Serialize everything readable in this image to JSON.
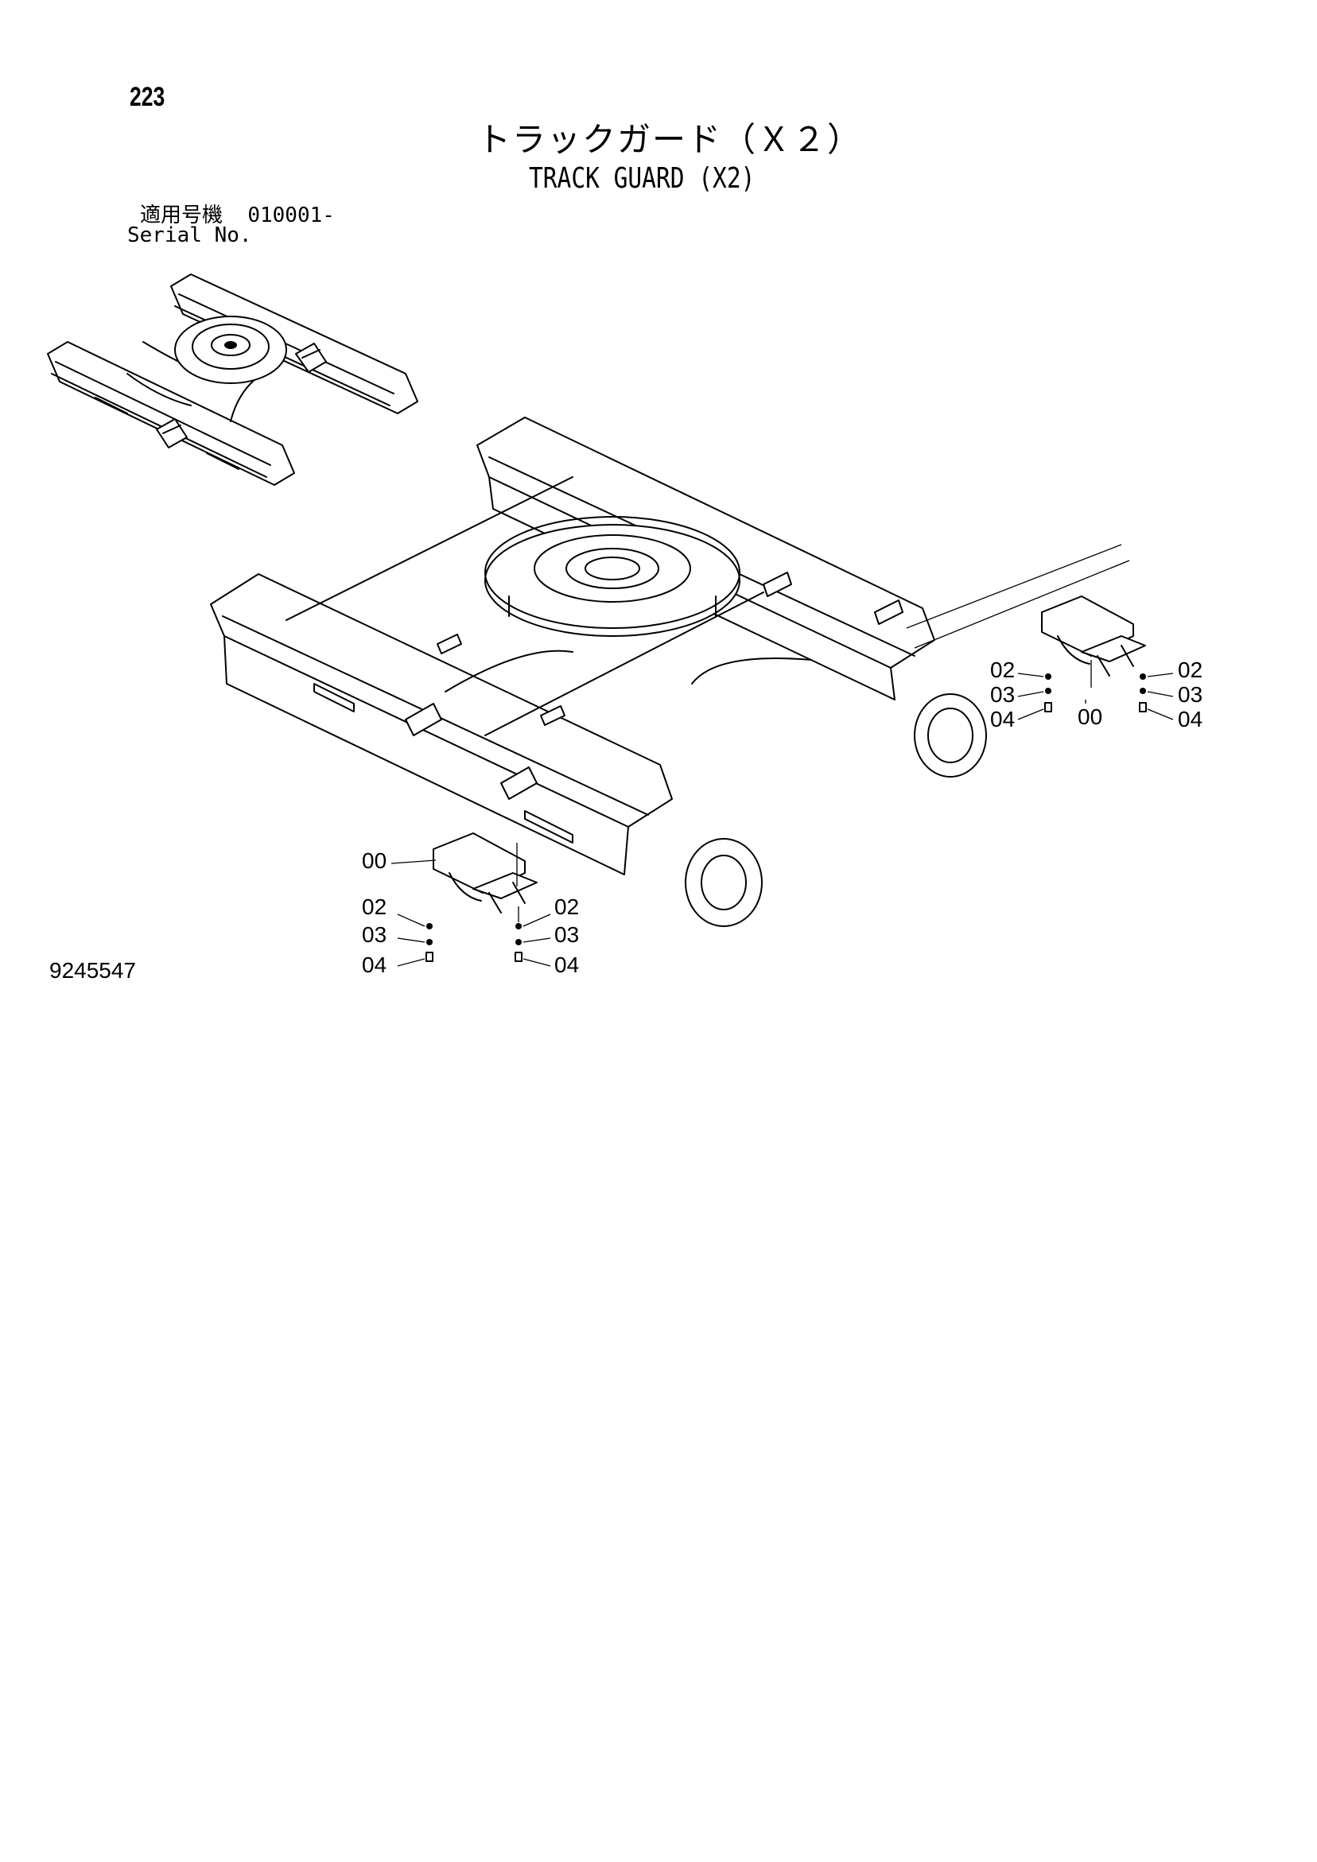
{
  "page_number": "223",
  "title_jp": "トラックガード（Ｘ２）",
  "title_en": "TRACK GUARD (X2)",
  "serial": {
    "label_jp": "適用号機",
    "range": "010001-",
    "label_en": "Serial No."
  },
  "drawing_number": "9245547",
  "callouts": {
    "right_left_column": [
      "02",
      "03",
      "04"
    ],
    "right_guard": "00",
    "right_right_column": [
      "02",
      "03",
      "04"
    ],
    "lower_guard": "00",
    "lower_left_column": [
      "02",
      "03",
      "04"
    ],
    "lower_right_column": [
      "02",
      "03",
      "04"
    ]
  }
}
